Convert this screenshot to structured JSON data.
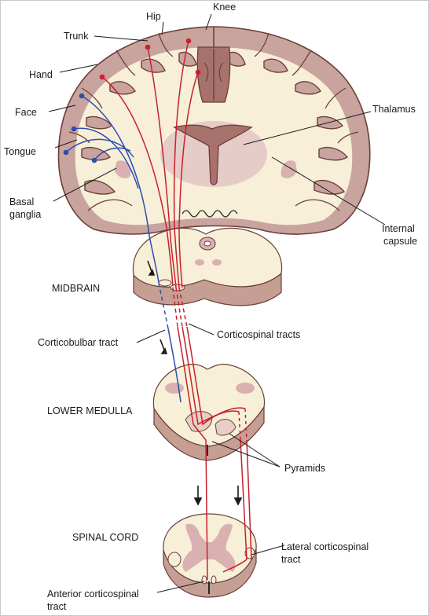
{
  "labels": {
    "knee": "Knee",
    "hip": "Hip",
    "trunk": "Trunk",
    "hand": "Hand",
    "face": "Face",
    "tongue": "Tongue",
    "basal_ganglia_1": "Basal",
    "basal_ganglia_2": "ganglia",
    "thalamus": "Thalamus",
    "internal_capsule_1": "Internal",
    "internal_capsule_2": "capsule",
    "midbrain": "MIDBRAIN",
    "corticobulbar_tract": "Corticobulbar tract",
    "corticospinal_tracts": "Corticospinal tracts",
    "lower_medulla": "LOWER MEDULLA",
    "pyramids": "Pyramids",
    "spinal_cord": "SPINAL CORD",
    "lateral_cs_1": "Lateral corticospinal",
    "lateral_cs_2": "tract",
    "anterior_cs_1": "Anterior corticospinal",
    "anterior_cs_2": "tract"
  },
  "colors": {
    "cortex": "#c9a49f",
    "cortex_dark": "#8a5c56",
    "white_matter": "#f7efd8",
    "thalamus": "#e3c6c5",
    "section_top": "#f7efd8",
    "section_side": "#c59e94",
    "gray_matter": "#d9b1b0",
    "corticospinal": "#c8202c",
    "corticobulbar": "#2a4fb0"
  }
}
